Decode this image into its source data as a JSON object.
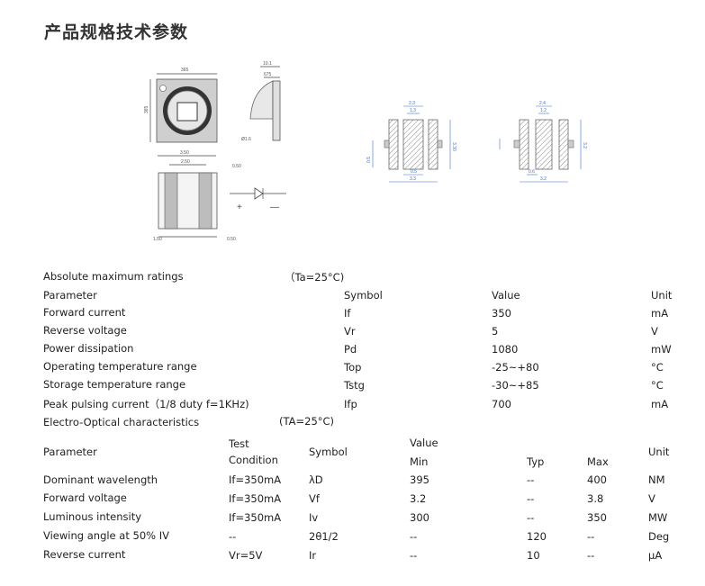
{
  "title": "产品规格技术参数",
  "drawing": {
    "top_width": "365",
    "top_height": "365",
    "side_width": "10.1",
    "side_inner": "675",
    "lens_dia": "Ø1.6",
    "front_w_outer": "3.50",
    "front_w_inner": "2.50",
    "front_right": "0.50",
    "bottom_left": "1.50",
    "bottom_right": "0.50",
    "plus": "+",
    "minus": "—",
    "pad1": {
      "top_outer": "2.3",
      "top_inner": "1.3",
      "height": "3.30",
      "left": "0.5",
      "bottom_mid": "0.5",
      "bottom_outer": "3.3"
    },
    "pad2": {
      "top_outer": "2.4",
      "top_inner": "1.2",
      "height": "3.2",
      "bottom_left": "0.6",
      "bottom_outer": "3.2"
    }
  },
  "abs_ratings": {
    "heading": "Absolute maximum ratings",
    "condition": "（Ta=25°C)",
    "headers": {
      "param": "Parameter",
      "symbol": "Symbol",
      "value": "Value",
      "unit": "Unit"
    },
    "rows": [
      {
        "param": "Forward current",
        "symbol": "If",
        "value": "350",
        "unit": "mA"
      },
      {
        "param": "Reverse voltage",
        "symbol": "Vr",
        "value": "5",
        "unit": "V"
      },
      {
        "param": "Power dissipation",
        "symbol": "Pd",
        "value": "1080",
        "unit": "mW"
      },
      {
        "param": "Operating temperature range",
        "symbol": "Top",
        "value": "-25~+80",
        "unit": "°C"
      },
      {
        "param": "Storage temperature range",
        "symbol": "Tstg",
        "value": "-30~+85",
        "unit": "°C"
      },
      {
        "param": "Peak pulsing current（1/8 duty f=1KHz)",
        "symbol": "Ifp",
        "value": "700",
        "unit": "mA"
      }
    ]
  },
  "eo": {
    "heading": "Electro-Optical characteristics",
    "condition": "(TA=25°C)",
    "headers": {
      "param": "Parameter",
      "test1": "Test",
      "test2": "Condition",
      "symbol": "Symbol",
      "value": "Value",
      "min": "Min",
      "typ": "Typ",
      "max": "Max",
      "unit": "Unit"
    },
    "rows": [
      {
        "param": "Dominant wavelength",
        "cond": "If=350mA",
        "symbol": "λD",
        "min": "395",
        "typ": "--",
        "max": "400",
        "unit": "NM"
      },
      {
        "param": "Forward voltage",
        "cond": "If=350mA",
        "symbol": "Vf",
        "min": "3.2",
        "typ": "--",
        "max": "3.8",
        "unit": "V"
      },
      {
        "param": "Luminous intensity",
        "cond": "If=350mA",
        "symbol": "Iv",
        "min": "300",
        "typ": "--",
        "max": "350",
        "unit": "MW"
      },
      {
        "param": "Viewing angle at 50% IV",
        "cond": "--",
        "symbol": "2θ1/2",
        "min": "--",
        "typ": "120",
        "max": "--",
        "unit": "Deg"
      },
      {
        "param": "Reverse current",
        "cond": "Vr=5V",
        "symbol": "Ir",
        "min": "--",
        "typ": "10",
        "max": "--",
        "unit": "μA"
      }
    ]
  }
}
